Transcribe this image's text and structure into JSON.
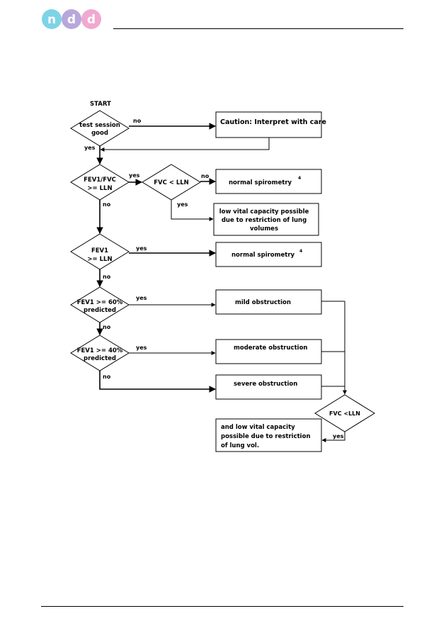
{
  "logo": {
    "letters": [
      "n",
      "d",
      "d"
    ],
    "colors": [
      "#7fd3e6",
      "#b8a7db",
      "#f0a9d0"
    ]
  },
  "flow": {
    "start": "START",
    "d1": [
      "test session",
      "good"
    ],
    "d2": [
      "FEV1/FVC",
      ">= LLN"
    ],
    "d3": "FVC < LLN",
    "d4": [
      "FEV1",
      ">= LLN"
    ],
    "d5": [
      "FEV1 >= 60%",
      "predicted"
    ],
    "d6": [
      "FEV1 >= 40%",
      "predicted"
    ],
    "d7": "FVC <LLN",
    "b1": "Caution: Interpret with care",
    "b2": "normal  spirometry",
    "b2_sup": "4",
    "b3": [
      "low vital capacity possible",
      "due to restriction of lung",
      "volumes"
    ],
    "b4": "normal  spirometry",
    "b4_sup": "4",
    "b5": "mild obstruction",
    "b6": "moderate obstruction",
    "b7": "severe obstruction",
    "b8": [
      "and low vital capacity",
      "possible due to restriction",
      "of lung vol."
    ],
    "yes": "yes",
    "no": "no"
  }
}
